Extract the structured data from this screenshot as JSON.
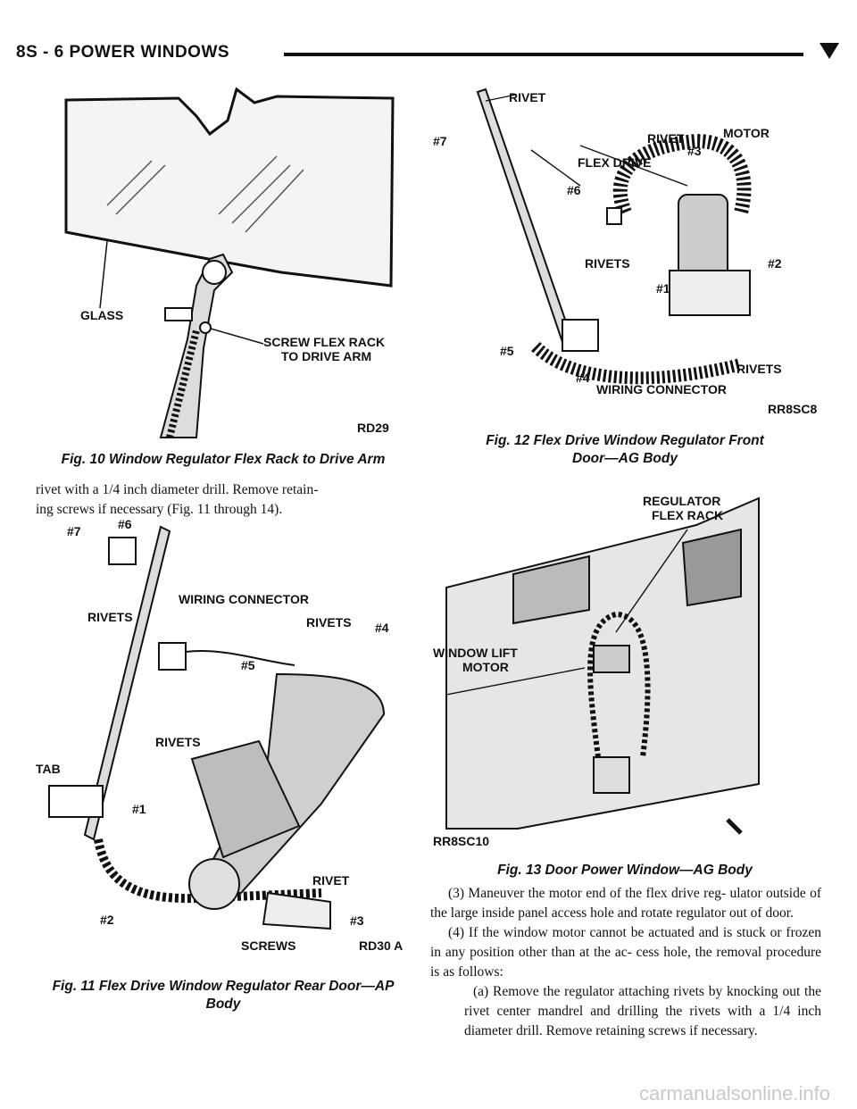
{
  "header": {
    "text": "8S - 6    POWER WINDOWS"
  },
  "fig10": {
    "labels": {
      "glass": "GLASS",
      "screw1": "SCREW FLEX RACK",
      "screw2": "TO DRIVE ARM",
      "code": "RD29"
    },
    "caption": "Fig. 10 Window Regulator Flex Rack to Drive Arm"
  },
  "fig11": {
    "labels": {
      "n7": "#7",
      "n6": "#6",
      "rivets1": "RIVETS",
      "wiring": "WIRING CONNECTOR",
      "rivets2": "RIVETS",
      "n4": "#4",
      "n5": "#5",
      "tab": "TAB",
      "rivets3": "RIVETS",
      "n1": "#1",
      "rivet": "RIVET",
      "n3": "#3",
      "n2": "#2",
      "screws": "SCREWS",
      "code": "RD30 A"
    },
    "caption_line1": "Fig. 11 Flex Drive Window Regulator Rear Door—AP",
    "caption_line2": "Body"
  },
  "fig12": {
    "labels": {
      "rivet_top": "RIVET",
      "n7": "#7",
      "rivet": "RIVET",
      "motor": "MOTOR",
      "n3": "#3",
      "flex": "FLEX DRIVE",
      "n6": "#6",
      "rivets": "RIVETS",
      "n2": "#2",
      "n1": "#1",
      "n5": "#5",
      "n4": "#4",
      "rivets2": "RIVETS",
      "wiring": "WIRING CONNECTOR",
      "code": "RR8SC8"
    },
    "caption_line1": "Fig. 12 Flex Drive Window Regulator Front",
    "caption_line2": "Door—AG Body"
  },
  "fig13": {
    "labels": {
      "reg1": "REGULATOR",
      "reg2": "FLEX RACK",
      "lift1": "WINDOW LIFT",
      "lift2": "MOTOR",
      "code": "RR8SC10"
    },
    "caption": "Fig. 13 Door Power Window—AG Body"
  },
  "left_text": {
    "line1": "rivet with a 1/4 inch diameter drill. Remove retain-",
    "line2": "ing screws if necessary (Fig. 11 through 14)."
  },
  "right_text": {
    "p3": "(3) Maneuver the motor end of the flex drive reg- ulator outside of the large inside panel access hole and rotate regulator out of door.",
    "p4": "(4) If the window motor cannot be actuated and is stuck or frozen in any position other than at the ac- cess hole, the removal procedure is as follows:",
    "pa": "(a) Remove the regulator attaching rivets by knocking out the rivet center mandrel and drilling the rivets with a 1/4 inch diameter drill. Remove retaining screws if necessary."
  },
  "watermark": "carmanualsonline.info"
}
